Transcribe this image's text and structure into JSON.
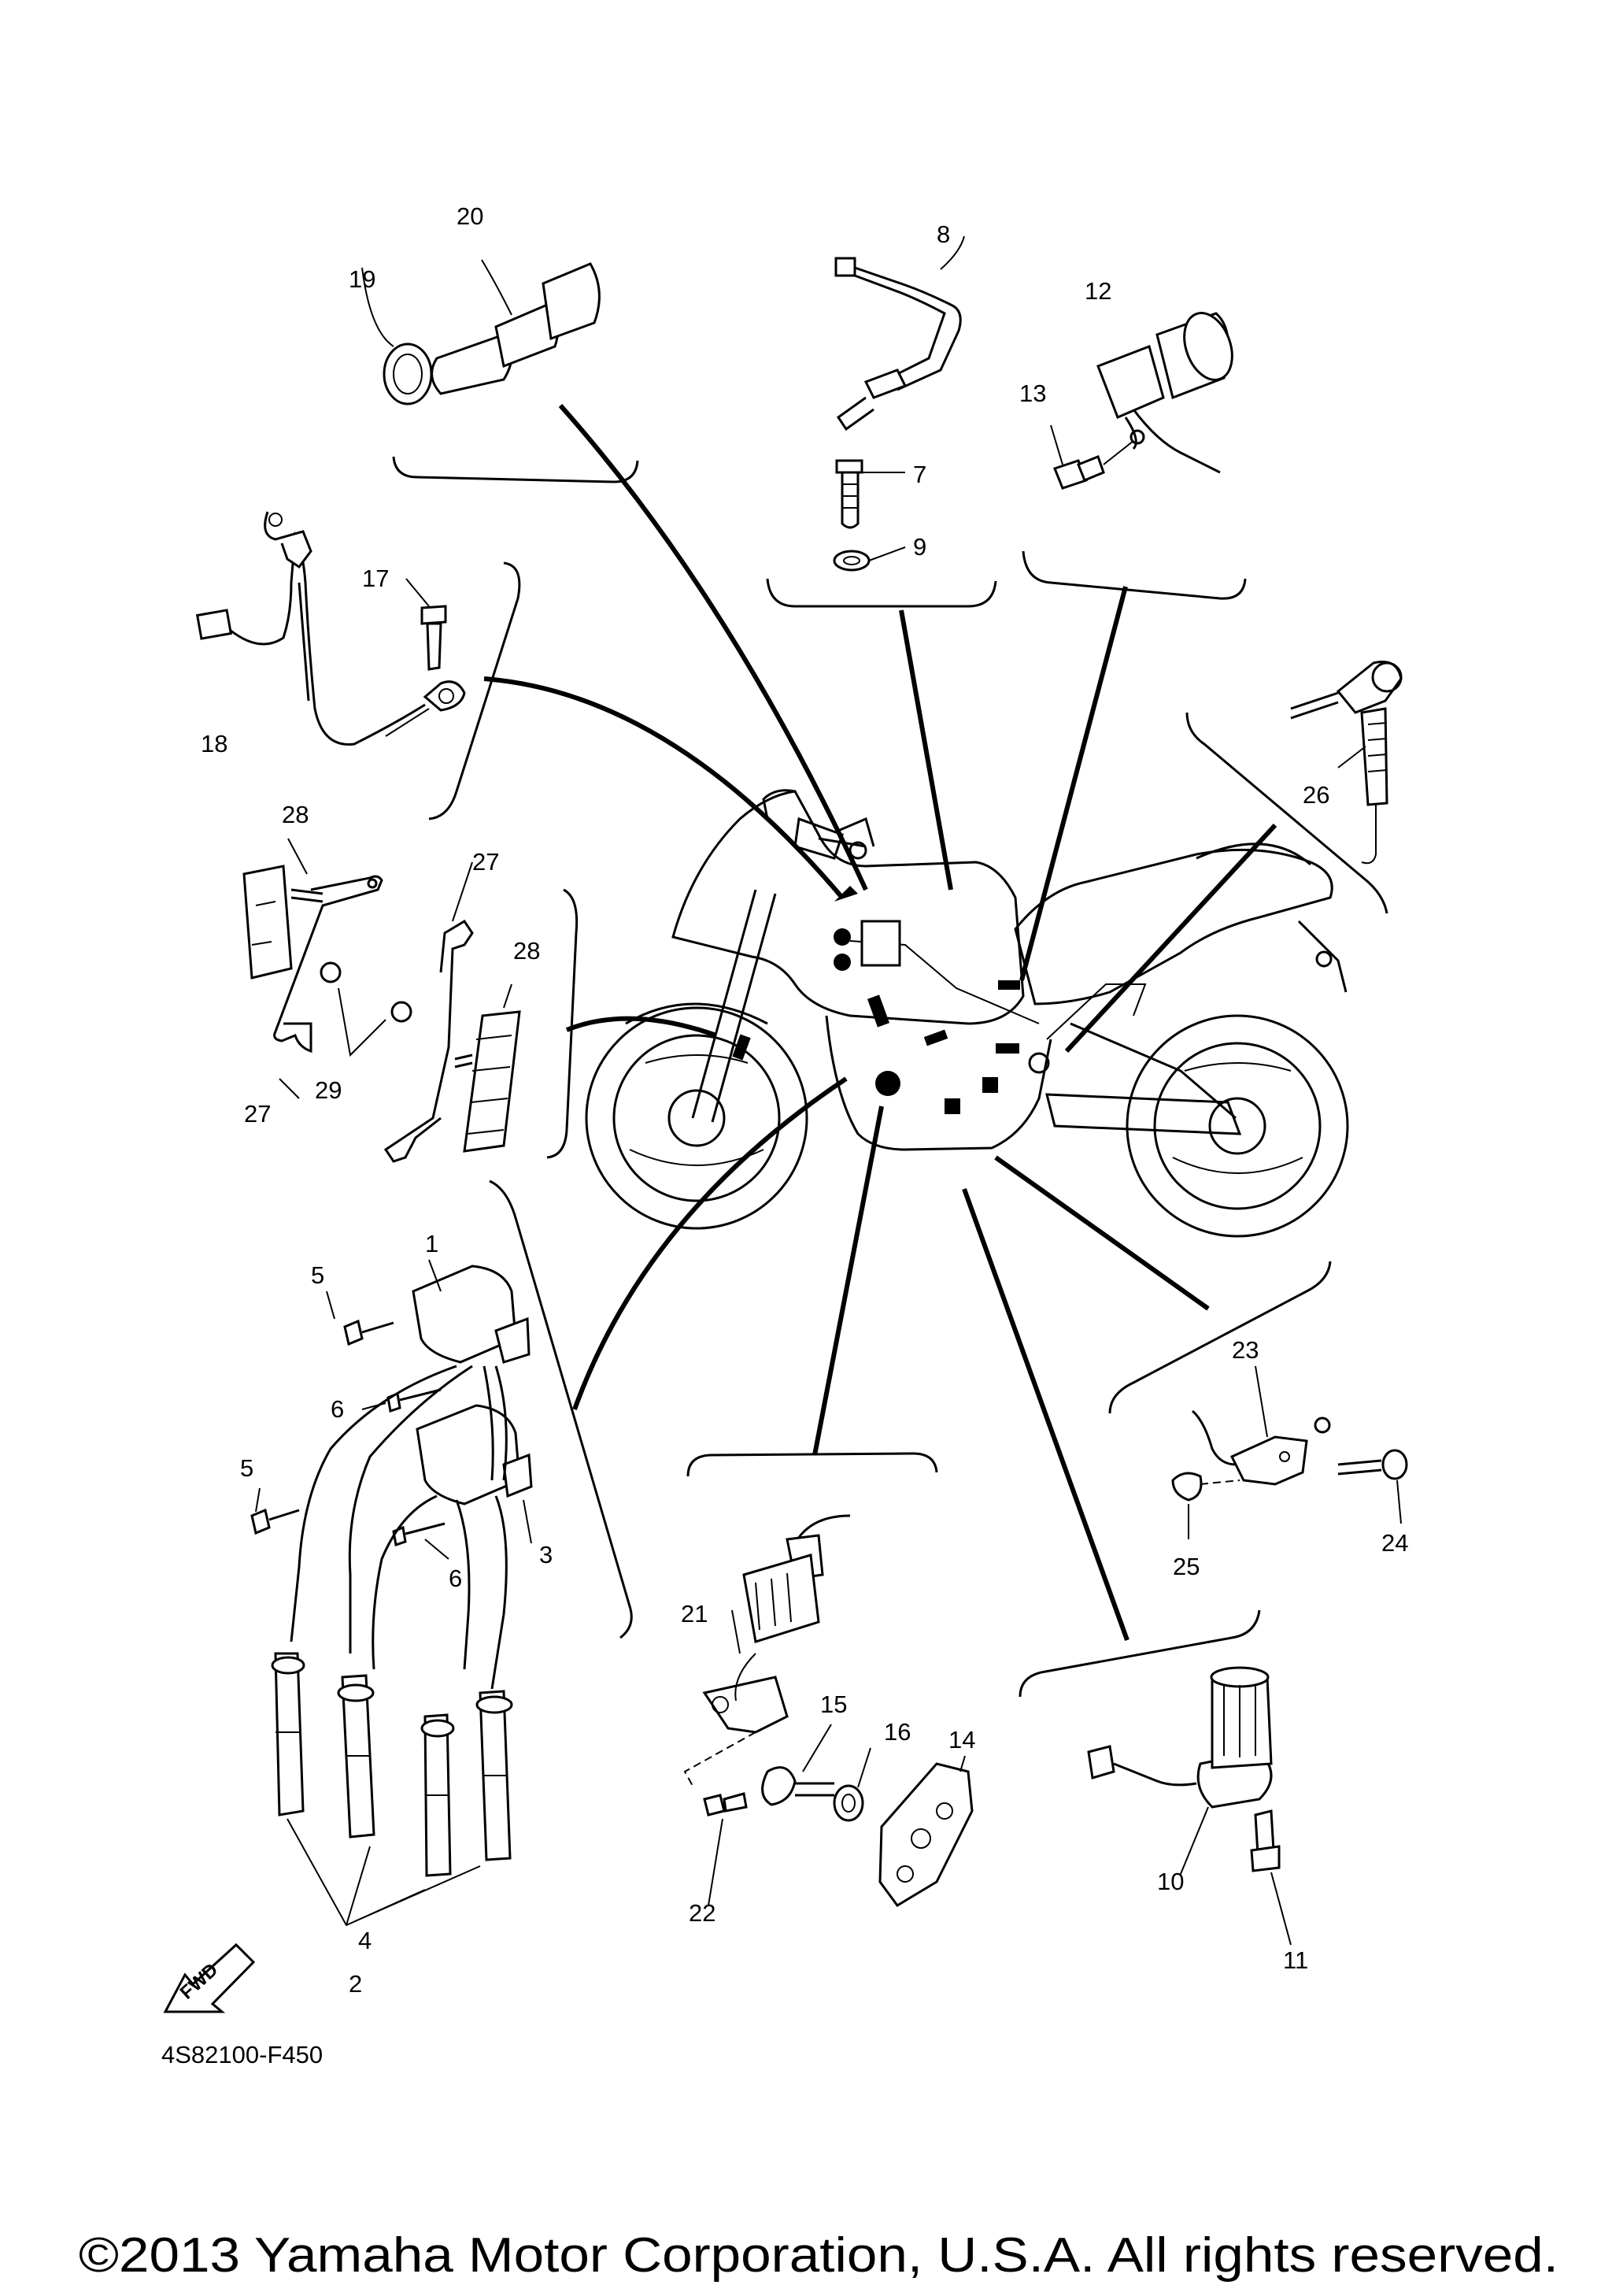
{
  "diagram": {
    "part_code": "4S82100-F450",
    "copyright": "©2013 Yamaha Motor Corporation, U.S.A. All rights reserved.",
    "fwd_label": "FWD",
    "callouts": {
      "c1": "1",
      "c2": "2",
      "c3": "3",
      "c4": "4",
      "c5a": "5",
      "c5b": "5",
      "c6a": "6",
      "c6b": "6",
      "c7": "7",
      "c8": "8",
      "c9": "9",
      "c10": "10",
      "c11": "11",
      "c12": "12",
      "c13": "13",
      "c14": "14",
      "c15": "15",
      "c16": "16",
      "c17": "17",
      "c18": "18",
      "c19": "19",
      "c20": "20",
      "c21": "21",
      "c22": "22",
      "c23": "23",
      "c24": "24",
      "c25": "25",
      "c26": "26",
      "c27a": "27",
      "c27b": "27",
      "c28a": "28",
      "c28b": "28",
      "c29": "29"
    }
  }
}
